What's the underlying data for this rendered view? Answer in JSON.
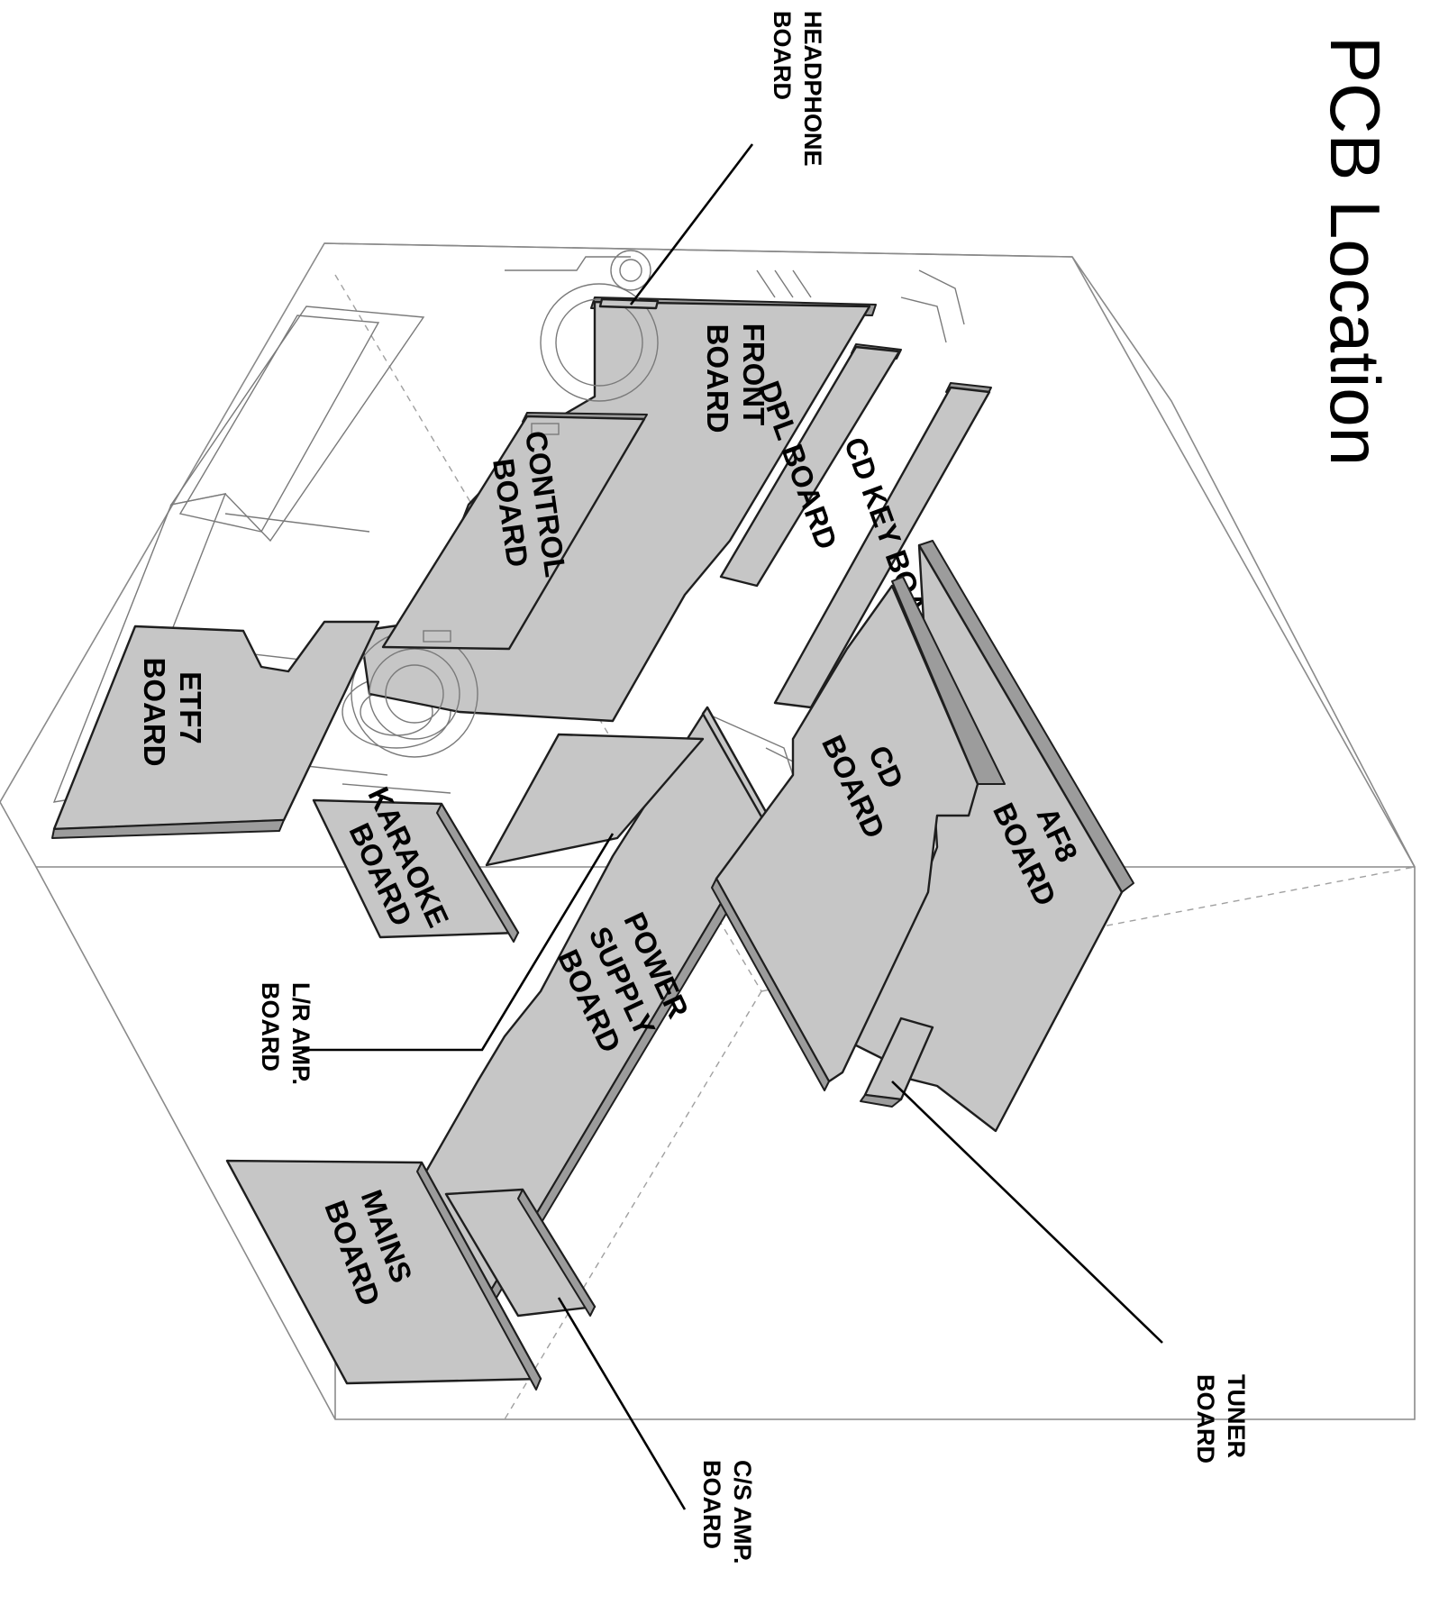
{
  "title": "PCB Location",
  "callouts": {
    "headphone": [
      "HEADPHONE",
      "BOARD"
    ],
    "lr_amp": [
      "L/R AMP.",
      "BOARD"
    ],
    "cs_amp": [
      "C/S AMP.",
      "BOARD"
    ],
    "tuner": [
      "TUNER",
      "BOARD"
    ]
  },
  "boards": {
    "front": [
      "FRONT",
      "BOARD"
    ],
    "dpl": "DPL BOARD",
    "cd_key": "CD KEY BOARD",
    "control": [
      "CONTROL",
      "BOARD"
    ],
    "etf7": [
      "ETF7",
      "BOARD"
    ],
    "karaoke": [
      "KARAOKE",
      "BOARD"
    ],
    "power": [
      "POWER",
      "SUPPLY",
      "BOARD"
    ],
    "cd": [
      "CD",
      "BOARD"
    ],
    "af8": [
      "AF8",
      "BOARD"
    ],
    "mains": [
      "MAINS",
      "BOARD"
    ]
  }
}
